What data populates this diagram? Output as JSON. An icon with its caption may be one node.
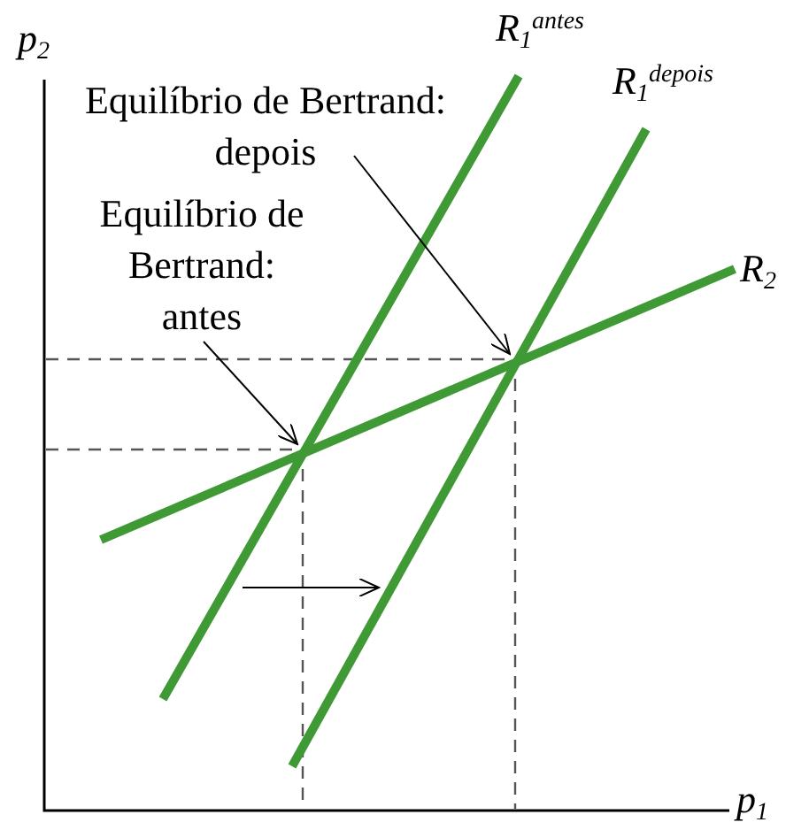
{
  "diagram": {
    "nodes": [
      {
        "text": [
          "Equilíbrio de Bertrand: depois"
        ]
      },
      {
        "text": [
          "Equilíbrio de Bertrand: antes"
        ]
      }
    ],
    "edges": [
      {
        "from": 0,
        "to": null,
        "arrow": "to"
      },
      {
        "from": 1,
        "to": null,
        "arrow": "to"
      }
    ],
    "labels": [
      "p$_{2}$",
      "R$_{1}$$^{antes}$",
      "R$_{1}$$^{depois}$",
      "R$_{2}$",
      "p$_{1}$"
    ]
  }
}
